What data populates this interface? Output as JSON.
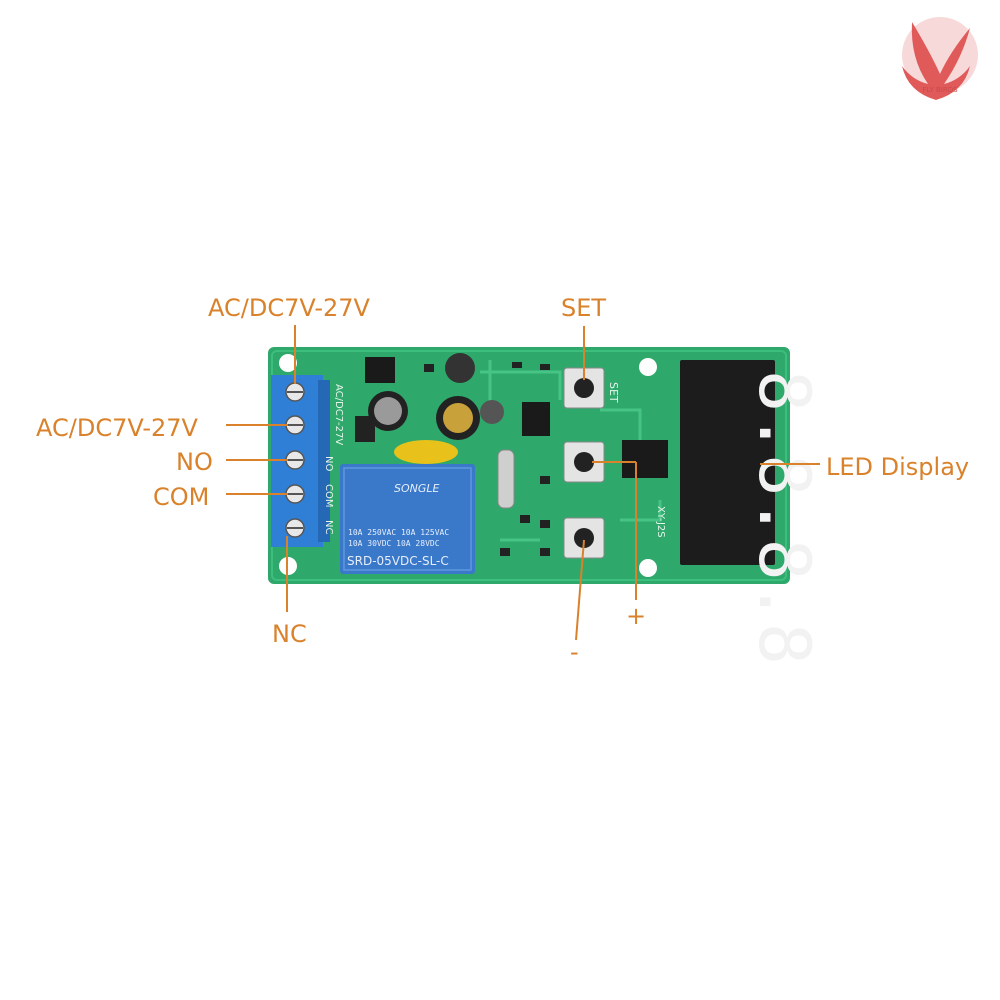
{
  "colors": {
    "callout": "#d9822b",
    "pcb": "#2fa86b",
    "terminal": "#2f7fd6",
    "relay": "#3a78c9",
    "display": "#1c1c1c",
    "segment": "#f2f2f2"
  },
  "logo": {
    "icon": "phoenix-logo-icon",
    "text": "FLY BIRDS"
  },
  "callouts": {
    "power_top": "AC/DC7V-27V",
    "power_mid": "AC/DC7V-27V",
    "no": "NO",
    "com": "COM",
    "nc": "NC",
    "set": "SET",
    "plus": "+",
    "minus": "-",
    "led_display": "LED Display"
  },
  "board": {
    "silk_power": "AC/DC7-27V",
    "silk_no": "NO",
    "silk_com": "COM",
    "silk_nc": "NC",
    "silk_set": "SET",
    "silk_model": "XY-J2S",
    "relay_brand": "SONGLE",
    "relay_rating_1": "10A 250VAC  10A 125VAC",
    "relay_rating_2": "10A  30VDC  10A  28VDC",
    "relay_model": "SRD-05VDC-SL-C",
    "display_digits": "8.8.8.8"
  }
}
